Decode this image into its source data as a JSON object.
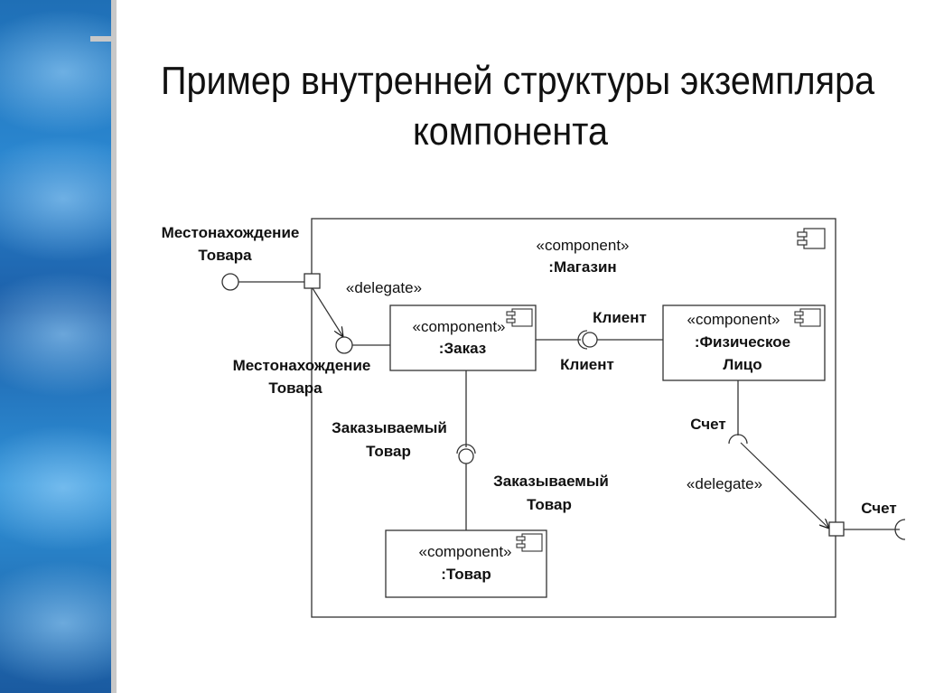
{
  "slide": {
    "title_line1": "Пример внутренней структуры экземпляра",
    "title_line2": "компонента"
  },
  "diagram": {
    "outer": {
      "stereotype": "«component»",
      "name": ":Магазин"
    },
    "left_port_label_line1": "Местонахождение",
    "left_port_label_line2": "Товара",
    "delegate_top": "«delegate»",
    "order": {
      "stereotype": "«component»",
      "name": ":Заказ"
    },
    "order_iface_label_line1": "Местонахождение",
    "order_iface_label_line2": "Товара",
    "client_top": "Клиент",
    "client_bottom": "Клиент",
    "person": {
      "stereotype": "«component»",
      "name_line1": ":Физическое",
      "name_line2": "Лицо"
    },
    "ordered_item_top_line1": "Заказываемый",
    "ordered_item_top_line2": "Товар",
    "ordered_item_bottom_line1": "Заказываемый",
    "ordered_item_bottom_line2": "Товар",
    "product": {
      "stereotype": "«component»",
      "name": ":Товар"
    },
    "account_inner": "Счет",
    "delegate_bottom": "«delegate»",
    "account_outer": "Счет"
  }
}
